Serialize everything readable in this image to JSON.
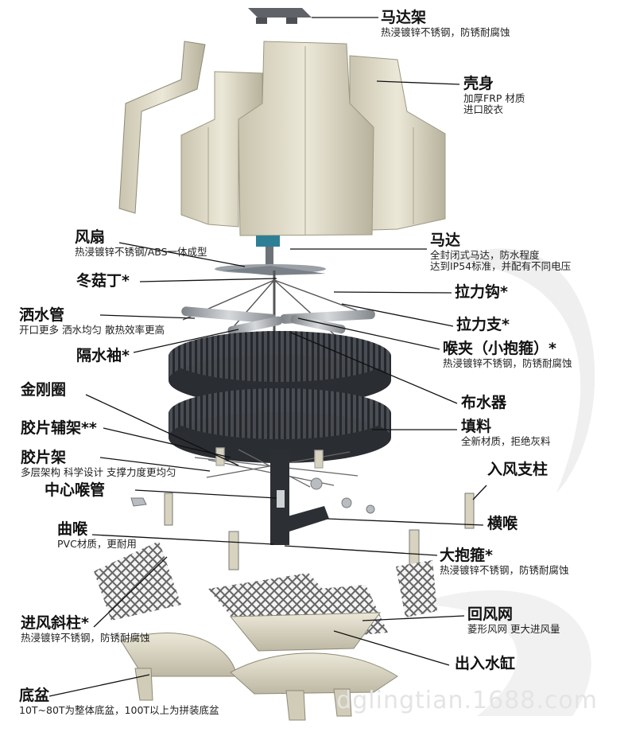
{
  "parts": [
    {
      "id": "motor-bracket",
      "title": "马达架",
      "desc": [
        "热浸镀锌不锈钢，防锈耐腐蚀"
      ]
    },
    {
      "id": "shell",
      "title": "壳身",
      "desc": [
        "加厚FRP 材质",
        "进口胶衣"
      ]
    },
    {
      "id": "fan",
      "title": "风扇",
      "desc": [
        "热浸镀锌不锈钢/ABS一体成型"
      ]
    },
    {
      "id": "motor",
      "title": "马达",
      "desc": [
        "全封闭式马达，防水程度",
        "达到IP54标准，并配有不同电压"
      ]
    },
    {
      "id": "mushroom-nail",
      "title": "冬菇丁*",
      "desc": []
    },
    {
      "id": "tension-hook",
      "title": "拉力钩*",
      "desc": []
    },
    {
      "id": "sprinkler-pipe",
      "title": "洒水管",
      "desc": [
        "开口更多 洒水均匀 散热效率更高"
      ]
    },
    {
      "id": "tension-strut",
      "title": "拉力支*",
      "desc": []
    },
    {
      "id": "water-sleeve",
      "title": "隔水袖*",
      "desc": []
    },
    {
      "id": "throat-clamp",
      "title": "喉夹（小抱箍）*",
      "desc": [
        "热浸镀锌不锈钢，防锈耐腐蚀"
      ]
    },
    {
      "id": "diamond-ring",
      "title": "金刚圈",
      "desc": []
    },
    {
      "id": "water-distributor",
      "title": "布水器",
      "desc": []
    },
    {
      "id": "fill-aux-rack",
      "title": "胶片辅架**",
      "desc": []
    },
    {
      "id": "fill",
      "title": "填料",
      "desc": [
        "全新材质，拒绝灰料"
      ]
    },
    {
      "id": "fill-rack",
      "title": "胶片架",
      "desc": [
        "多层架构 科学设计 支撑力度更均匀"
      ]
    },
    {
      "id": "inlet-column",
      "title": "入风支柱",
      "desc": []
    },
    {
      "id": "center-pipe",
      "title": "中心喉管",
      "desc": []
    },
    {
      "id": "elbow",
      "title": "曲喉",
      "desc": [
        "PVC材质，更耐用"
      ]
    },
    {
      "id": "cross-pipe",
      "title": "横喉",
      "desc": []
    },
    {
      "id": "big-clamp",
      "title": "大抱箍*",
      "desc": [
        "热浸镀锌不锈钢，防锈耐腐蚀"
      ]
    },
    {
      "id": "inlet-strut",
      "title": "进风斜柱*",
      "desc": [
        "热浸镀锌不锈钢，防锈耐腐蚀"
      ]
    },
    {
      "id": "return-mesh",
      "title": "回风网",
      "desc": [
        "菱形风网 更大进风量"
      ]
    },
    {
      "id": "inout-tank",
      "title": "出入水缸",
      "desc": []
    },
    {
      "id": "basin",
      "title": "底盆",
      "desc": [
        "10T~80T为整体底盆，100T以上为拼装底盆"
      ]
    }
  ],
  "watermark": "dglingtian.1688.com",
  "colors": {
    "shell": "#d9d5c3",
    "shell_dark": "#b9b49f",
    "metal": "#9a9ea3",
    "fill_dark": "#3c3f44",
    "pipe_dark": "#2a2d31",
    "line": "#111111"
  }
}
